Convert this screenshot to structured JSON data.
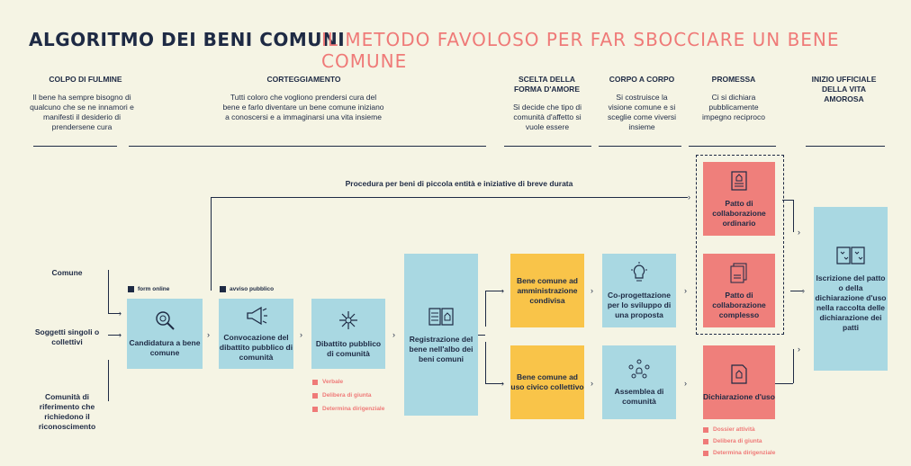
{
  "header": {
    "title": "ALGORITMO DEI BENI COMUNI",
    "subtitle": "IL METODO FAVOLOSO PER FAR SBOCCIARE UN BENE COMUNE"
  },
  "phases": [
    {
      "title": "COLPO DI FULMINE",
      "desc": "Il bene ha sempre bisogno di qualcuno che se ne innamori e manifesti il desiderio di prendersene cura"
    },
    {
      "title": "CORTEGGIAMENTO",
      "desc": "Tutti coloro che vogliono prendersi cura del bene e farlo diventare un bene comune iniziano a conoscersi e a immaginarsi una vita insieme"
    },
    {
      "title": "SCELTA DELLA FORMA D'AMORE",
      "desc": "Si decide che tipo di comunità d'affetto si vuole essere"
    },
    {
      "title": "CORPO A CORPO",
      "desc": "Si costruisce la visione comune e si sceglie come viversi insieme"
    },
    {
      "title": "PROMESSA",
      "desc": "Ci si dichiara pubblicamente impegno reciproco"
    },
    {
      "title": "INIZIO UFFICIALE DELLA VITA AMOROSA",
      "desc": ""
    }
  ],
  "sources": [
    "Comune",
    "Soggetti singoli o collettivi",
    "Comunità di riferimento che richiedono il riconoscimento"
  ],
  "shortcut": "Procedura per beni di piccola entità e iniziative di breve durata",
  "tags": {
    "form": "form online",
    "avviso": "avviso pubblico"
  },
  "boxes": {
    "candidatura": "Candidatura a bene comune",
    "convocazione": "Convocazione del dibattito pubblico di comunità",
    "dibattito": "Dibattito pubblico di comunità",
    "registrazione": "Registrazione del bene nell'albo dei beni comuni",
    "amministrazione": "Bene comune ad amministrazione condivisa",
    "uso_civico": "Bene comune ad uso civico collettivo",
    "coprogettazione": "Co-progettazione per lo sviluppo di una proposta",
    "assemblea": "Assemblea di comunità",
    "patto_ordinario": "Patto di collaborazione ordinario",
    "patto_complesso": "Patto di collaborazione complesso",
    "dichiarazione": "Dichiarazione d'uso",
    "iscrizione": "Iscrizione del patto o della dichiarazione d'uso nella raccolta delle dichiarazione dei patti"
  },
  "docs_dibattito": [
    "Verbale",
    "Delibera di giunta",
    "Determina dirigenziale"
  ],
  "docs_dichiarazione": [
    "Dossier attività",
    "Delibera di giunta",
    "Determina dirigenziale"
  ],
  "colors": {
    "navy": "#1e2a44",
    "pink": "#ef7f7b",
    "blue": "#a9d8e2",
    "yellow": "#f9c449",
    "bg": "#f5f4e4"
  }
}
